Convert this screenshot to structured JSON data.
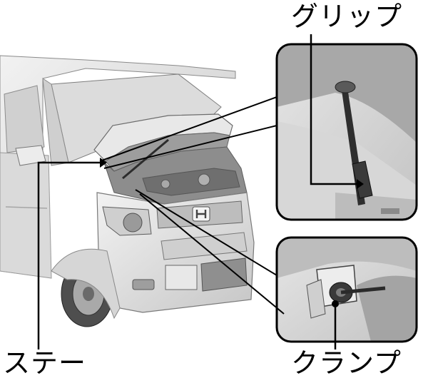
{
  "labels": {
    "grip": "グリップ",
    "stay": "ステー",
    "clamp": "クランプ"
  },
  "colors": {
    "ink": "#000000",
    "car_body": "#e4e4e4",
    "car_shadow": "#b9b9b9",
    "inset_bg": "#d8d8d8"
  }
}
